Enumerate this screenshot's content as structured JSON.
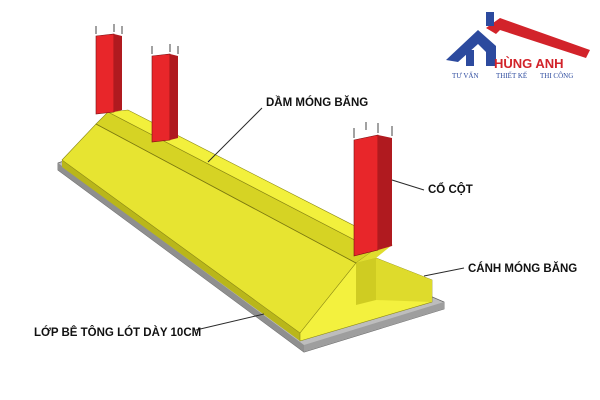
{
  "labels": {
    "ground_beam": "DẦM MÓNG BĂNG",
    "column_neck": "CỔ CỘT",
    "strip_wing": "CÁNH MÓNG BĂNG",
    "lean_concrete": "LỚP BÊ TÔNG LÓT DÀY 10CM"
  },
  "logo": {
    "brand": "HÙNG ANH",
    "services": [
      "TƯ VẤN",
      "THIẾT KẾ",
      "THI CÔNG"
    ]
  },
  "colors": {
    "concrete_top": "#f0ef3a",
    "concrete_side": "#c9c61e",
    "column": "#e8262a",
    "column_side": "#b01a1f",
    "lean_concrete": "#a9a9a9",
    "logo_blue": "#2c4a9e",
    "logo_red": "#d2232a"
  }
}
